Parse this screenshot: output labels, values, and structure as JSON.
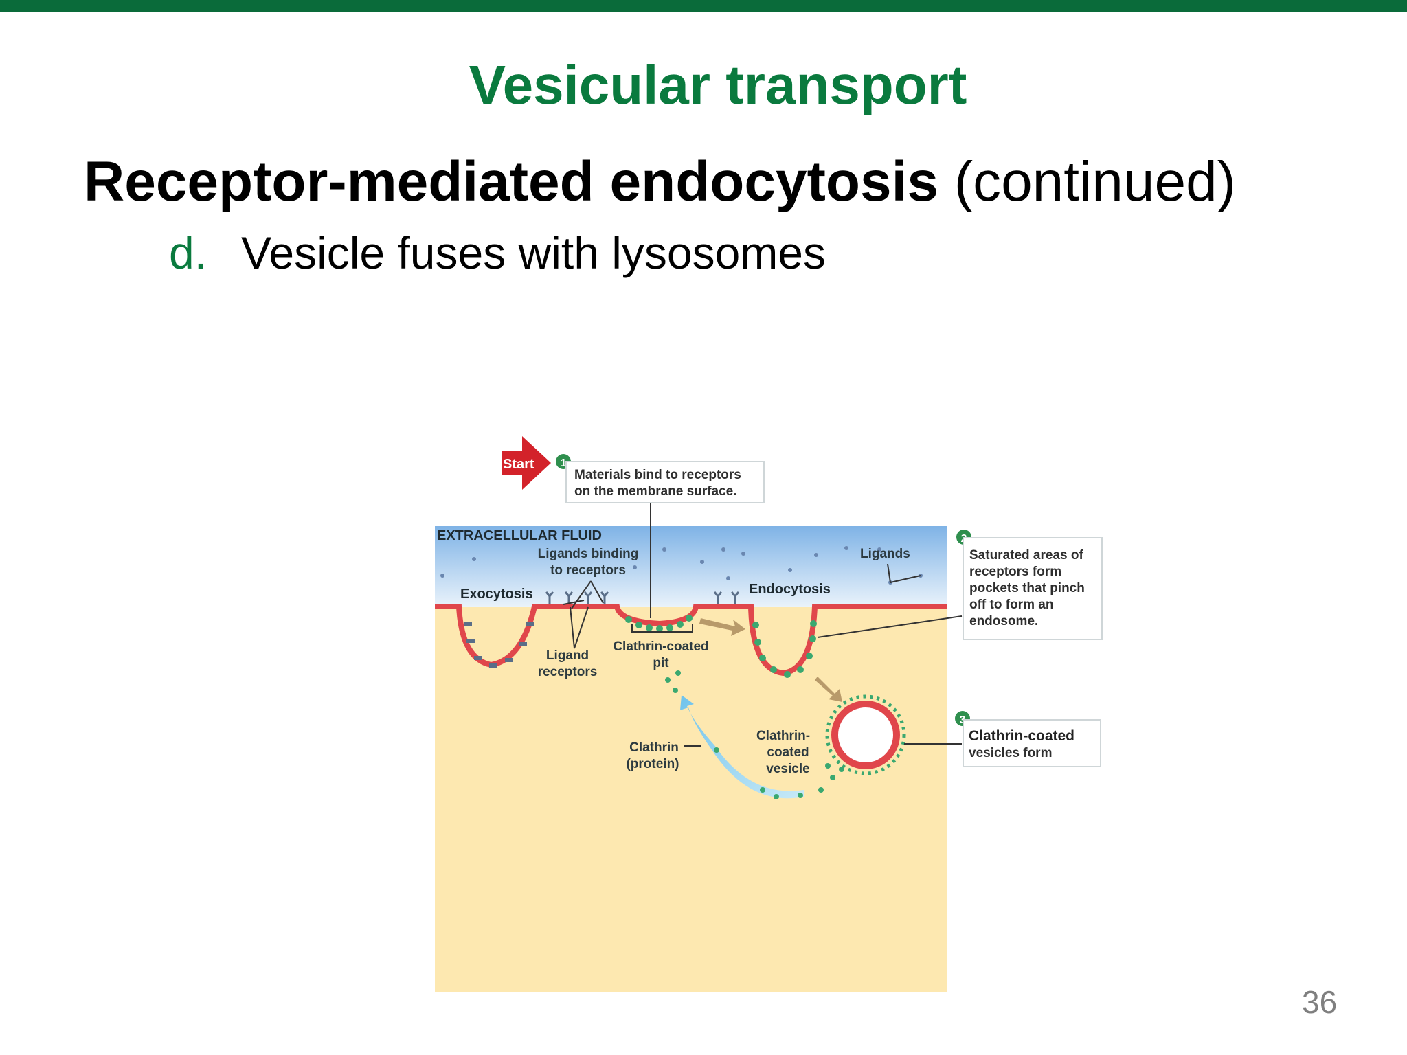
{
  "slide": {
    "title": "Vesicular transport",
    "heading_bold": "Receptor-mediated endocytosis",
    "heading_rest": " (continued)",
    "bullet_marker": "d.",
    "bullet_text": "Vesicle fuses with lysosomes",
    "page_number": "36",
    "accent_color": "#0a6b3a"
  },
  "diagram": {
    "start_label": "Start",
    "steps": [
      {
        "number": "1",
        "caption_lines": [
          "Materials bind to receptors",
          "on the membrane surface."
        ]
      },
      {
        "number": "2",
        "caption_lines": [
          "Saturated areas of",
          "receptors form",
          "pockets that pinch",
          "off to form an",
          "endosome."
        ]
      },
      {
        "number": "3",
        "caption_lines": [
          "Clathrin-coated",
          "vesicles form"
        ]
      }
    ],
    "labels": {
      "extracellular_fluid": "EXTRACELLULAR FLUID",
      "ligands_binding_1": "Ligands binding",
      "ligands_binding_2": "to receptors",
      "ligands": "Ligands",
      "exocytosis": "Exocytosis",
      "endocytosis": "Endocytosis",
      "ligand_receptors_1": "Ligand",
      "ligand_receptors_2": "receptors",
      "clathrin_pit_1": "Clathrin-coated",
      "clathrin_pit_2": "pit",
      "clathrin_protein_1": "Clathrin",
      "clathrin_protein_2": "(protein)",
      "clathrin_vesicle_1": "Clathrin-",
      "clathrin_vesicle_2": "coated",
      "clathrin_vesicle_3": "vesicle"
    },
    "colors": {
      "fluid_top": "#7fb3e6",
      "cytoplasm": "#fde8b0",
      "membrane": "#e0464b",
      "step_circle": "#2f8f4e",
      "start_arrow": "#d3222a"
    }
  }
}
